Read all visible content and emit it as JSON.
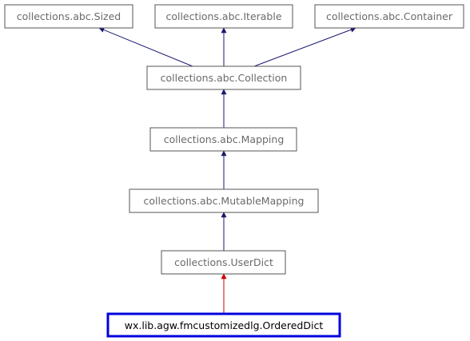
{
  "diagram": {
    "type": "inheritance-graph",
    "nodes": [
      {
        "id": "sized",
        "label": "collections.abc.Sized"
      },
      {
        "id": "iterable",
        "label": "collections.abc.Iterable"
      },
      {
        "id": "container",
        "label": "collections.abc.Container"
      },
      {
        "id": "collection",
        "label": "collections.abc.Collection"
      },
      {
        "id": "mapping",
        "label": "collections.abc.Mapping"
      },
      {
        "id": "mutablemapping",
        "label": "collections.abc.MutableMapping"
      },
      {
        "id": "userdict",
        "label": "collections.UserDict"
      },
      {
        "id": "ordereddict",
        "label": "wx.lib.agw.fmcustomizedlg.OrderedDict",
        "focus": true
      }
    ],
    "edges": [
      {
        "from": "collection",
        "to": "sized",
        "color": "#191970"
      },
      {
        "from": "collection",
        "to": "iterable",
        "color": "#191970"
      },
      {
        "from": "collection",
        "to": "container",
        "color": "#191970"
      },
      {
        "from": "mapping",
        "to": "collection",
        "color": "#191970"
      },
      {
        "from": "mutablemapping",
        "to": "mapping",
        "color": "#191970"
      },
      {
        "from": "userdict",
        "to": "mutablemapping",
        "color": "#191970"
      },
      {
        "from": "ordereddict",
        "to": "userdict",
        "color": "#cc0000"
      }
    ]
  }
}
